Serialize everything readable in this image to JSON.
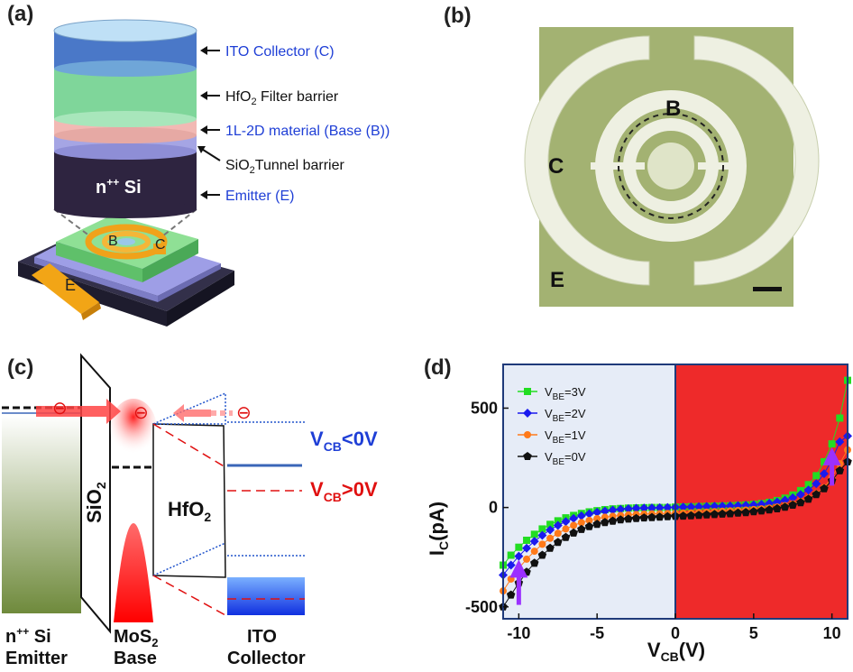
{
  "panels": {
    "a": {
      "label": "(a)",
      "layers": {
        "ito": "ITO Collector (C)",
        "hfo_main": "HfO",
        "hfo_sub": "2",
        "hfo_rest": " Filter barrier",
        "base": "1L-2D material (Base (B))",
        "sio_main": "SiO",
        "sio_sub": "2",
        "sio_rest": "Tunnel barrier",
        "emitter": "Emitter (E)",
        "si_main": "n",
        "si_sup": "++",
        "si_rest": " Si"
      },
      "device_labels": {
        "b": "B",
        "c": "C",
        "e": "E"
      }
    },
    "b": {
      "label": "(b)",
      "letters": {
        "b": "B",
        "c": "C",
        "e": "E"
      }
    },
    "c": {
      "label": "(c)",
      "sio2_main": "SiO",
      "sio2_sub": "2",
      "hfo2_main": "HfO",
      "hfo2_sub": "2",
      "vcb_neg_main": "V",
      "vcb_neg_sub": "CB",
      "vcb_neg_rest": "<0V",
      "vcb_pos_main": "V",
      "vcb_pos_sub": "CB",
      "vcb_pos_rest": ">0V",
      "electron": "⊖",
      "bottom": {
        "emitter_l1_main": "n",
        "emitter_l1_sup": "++",
        "emitter_l1_rest": " Si",
        "emitter_l2": "Emitter",
        "base_l1_main": "MoS",
        "base_l1_sub": "2",
        "base_l2": "Base",
        "collector_l1": "ITO",
        "collector_l2": "Collector"
      }
    },
    "d": {
      "label": "(d)"
    }
  },
  "colors": {
    "ito_blue": "#4a78c8",
    "hfo_green": "#7fd69a",
    "base_pink": "#f2b9b4",
    "sio_lavender": "#a9a9e6",
    "si_dark": "#2e2440",
    "micro_bg": "#a3b272",
    "label_blue": "#1f3fd6",
    "label_red": "#e01010",
    "red_region": "#ee2a2a",
    "blue_region": "#e6ecf7"
  },
  "chart_data": {
    "type": "scatter",
    "xlabel_main": "V",
    "xlabel_sub": "CB",
    "xlabel_rest": "(V)",
    "ylabel_main": "I",
    "ylabel_sub": "C",
    "ylabel_rest": "(pA)",
    "xlim": [
      -11,
      11
    ],
    "ylim": [
      -560,
      720
    ],
    "xticks": [
      -10,
      -5,
      0,
      5,
      10
    ],
    "yticks": [
      -500,
      0,
      500
    ],
    "ytick_labels": [
      "-500",
      "0",
      "500"
    ],
    "xtick_labels": [
      "-10",
      "-5",
      "0",
      "5",
      "10"
    ],
    "legend_placement": "top-left",
    "series": [
      {
        "name_main": "V",
        "name_sub": "BE",
        "name_rest": "=3V",
        "color": "#22dd22",
        "marker": "square",
        "x": [
          -11,
          -10.5,
          -10,
          -9.5,
          -9,
          -8.5,
          -8,
          -7.5,
          -7,
          -6.5,
          -6,
          -5.5,
          -5,
          -4.5,
          -4,
          -3.5,
          -3,
          -2.5,
          -2,
          -1.5,
          -1,
          -0.5,
          0,
          0.5,
          1,
          1.5,
          2,
          2.5,
          3,
          3.5,
          4,
          4.5,
          5,
          5.5,
          6,
          6.5,
          7,
          7.5,
          8,
          8.5,
          9,
          9.5,
          10,
          10.5,
          11
        ],
        "y": [
          -290,
          -240,
          -200,
          -165,
          -135,
          -108,
          -85,
          -67,
          -52,
          -40,
          -30,
          -22,
          -16,
          -11,
          -7,
          -5,
          -3,
          -2,
          -1,
          0,
          0,
          0,
          2,
          3,
          4,
          5,
          6,
          7,
          8,
          9,
          11,
          13,
          16,
          20,
          26,
          35,
          47,
          63,
          85,
          115,
          160,
          230,
          320,
          450,
          640
        ]
      },
      {
        "name_main": "V",
        "name_sub": "BE",
        "name_rest": "=2V",
        "color": "#1a1aee",
        "marker": "diamond",
        "x": [
          -11,
          -10.5,
          -10,
          -9.5,
          -9,
          -8.5,
          -8,
          -7.5,
          -7,
          -6.5,
          -6,
          -5.5,
          -5,
          -4.5,
          -4,
          -3.5,
          -3,
          -2.5,
          -2,
          -1.5,
          -1,
          -0.5,
          0,
          0.5,
          1,
          1.5,
          2,
          2.5,
          3,
          3.5,
          4,
          4.5,
          5,
          5.5,
          6,
          6.5,
          7,
          7.5,
          8,
          8.5,
          9,
          9.5,
          10,
          10.5,
          11
        ],
        "y": [
          -340,
          -290,
          -245,
          -205,
          -170,
          -140,
          -113,
          -90,
          -71,
          -55,
          -42,
          -32,
          -24,
          -18,
          -13,
          -9,
          -6,
          -4,
          -3,
          -2,
          -1,
          0,
          1,
          2,
          3,
          4,
          5,
          6,
          7,
          8,
          9,
          11,
          13,
          16,
          21,
          28,
          37,
          49,
          65,
          88,
          120,
          170,
          240,
          330,
          360
        ]
      },
      {
        "name_main": "V",
        "name_sub": "BE",
        "name_rest": "=1V",
        "color": "#ff7a1a",
        "marker": "circle",
        "x": [
          -11,
          -10.5,
          -10,
          -9.5,
          -9,
          -8.5,
          -8,
          -7.5,
          -7,
          -6.5,
          -6,
          -5.5,
          -5,
          -4.5,
          -4,
          -3.5,
          -3,
          -2.5,
          -2,
          -1.5,
          -1,
          -0.5,
          0,
          0.5,
          1,
          1.5,
          2,
          2.5,
          3,
          3.5,
          4,
          4.5,
          5,
          5.5,
          6,
          6.5,
          7,
          7.5,
          8,
          8.5,
          9,
          9.5,
          10,
          10.5,
          11
        ],
        "y": [
          -420,
          -360,
          -305,
          -260,
          -220,
          -185,
          -155,
          -130,
          -108,
          -90,
          -76,
          -65,
          -56,
          -49,
          -44,
          -40,
          -37,
          -35,
          -33,
          -32,
          -31,
          -30,
          -29,
          -28,
          -27,
          -25,
          -23,
          -21,
          -19,
          -17,
          -15,
          -13,
          -10,
          -7,
          -3,
          2,
          9,
          18,
          30,
          47,
          70,
          100,
          150,
          220,
          290
        ]
      },
      {
        "name_main": "V",
        "name_sub": "BE",
        "name_rest": "=0V",
        "color": "#111111",
        "marker": "pentagon",
        "x": [
          -11,
          -10.5,
          -10,
          -9.5,
          -9,
          -8.5,
          -8,
          -7.5,
          -7,
          -6.5,
          -6,
          -5.5,
          -5,
          -4.5,
          -4,
          -3.5,
          -3,
          -2.5,
          -2,
          -1.5,
          -1,
          -0.5,
          0,
          0.5,
          1,
          1.5,
          2,
          2.5,
          3,
          3.5,
          4,
          4.5,
          5,
          5.5,
          6,
          6.5,
          7,
          7.5,
          8,
          8.5,
          9,
          9.5,
          10,
          10.5,
          11
        ],
        "y": [
          -500,
          -440,
          -380,
          -325,
          -280,
          -240,
          -205,
          -175,
          -150,
          -128,
          -110,
          -96,
          -84,
          -75,
          -68,
          -62,
          -58,
          -55,
          -52,
          -50,
          -48,
          -46,
          -44,
          -43,
          -41,
          -39,
          -37,
          -35,
          -33,
          -31,
          -28,
          -25,
          -21,
          -17,
          -12,
          -6,
          2,
          12,
          25,
          42,
          65,
          95,
          135,
          185,
          230
        ]
      }
    ],
    "annotations": [
      {
        "kind": "arrow",
        "color": "#9b30ff",
        "x": -10,
        "y_from": -490,
        "y_to": -280
      },
      {
        "kind": "arrow",
        "color": "#9b30ff",
        "x": 10,
        "y_from": 110,
        "y_to": 285
      }
    ],
    "regions": [
      {
        "x_from": -11,
        "x_to": 0,
        "color": "#e6ecf7"
      },
      {
        "x_from": 0,
        "x_to": 11,
        "color": "#ee2a2a"
      }
    ]
  }
}
